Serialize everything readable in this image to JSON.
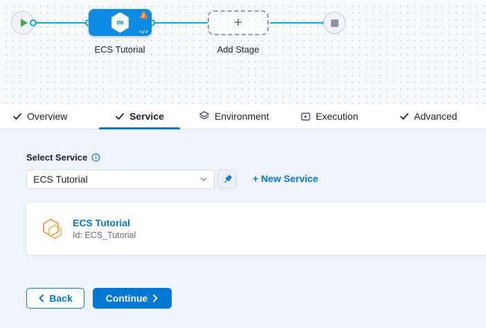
{
  "pipeline": {
    "stage_label": "ECS Tutorial",
    "add_stage_label": "Add Stage",
    "infinity_glyph": "∞",
    "plus_glyph": "+",
    "code_glyph": "</>"
  },
  "tabs": {
    "overview": "Overview",
    "service": "Service",
    "environment": "Environment",
    "execution": "Execution",
    "advanced": "Advanced"
  },
  "service_panel": {
    "select_label": "Select Service",
    "selected_service": "ECS Tutorial",
    "new_service_label": "+ New Service",
    "card_title": "ECS Tutorial",
    "card_id": "Id: ECS_Tutorial"
  },
  "footer": {
    "back_label": "Back",
    "continue_label": "Continue"
  },
  "colors": {
    "primary_blue": "#0278d5",
    "node_blue": "#0b8be4",
    "connector_blue": "#00ade4",
    "warning_orange": "#ff832b",
    "service_icon_orange": "#ff832b",
    "text_dark": "#22222a",
    "text_muted": "#6b6d85",
    "content_bg": "#eff4fa",
    "canvas_bg": "#f7fafd"
  }
}
